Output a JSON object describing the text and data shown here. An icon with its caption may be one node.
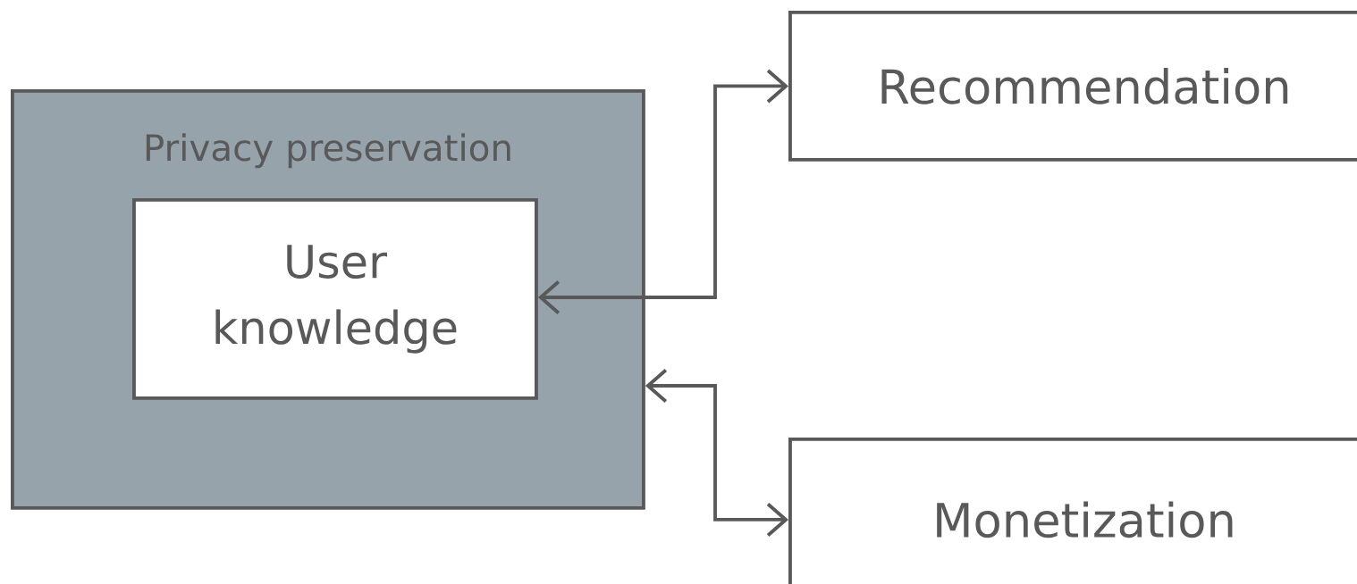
{
  "diagram": {
    "nodes": [
      {
        "text": [
          "Privacy preservation"
        ]
      },
      {
        "text": [
          "User knowledge"
        ],
        "in": 0
      },
      {
        "text": [
          "Recommendation"
        ]
      },
      {
        "text": [
          "Monetization"
        ]
      }
    ],
    "edges": [
      {
        "from": 1,
        "to": 2,
        "arrow": "both"
      },
      {
        "from": 0,
        "to": 3,
        "arrow": "both"
      }
    ]
  }
}
